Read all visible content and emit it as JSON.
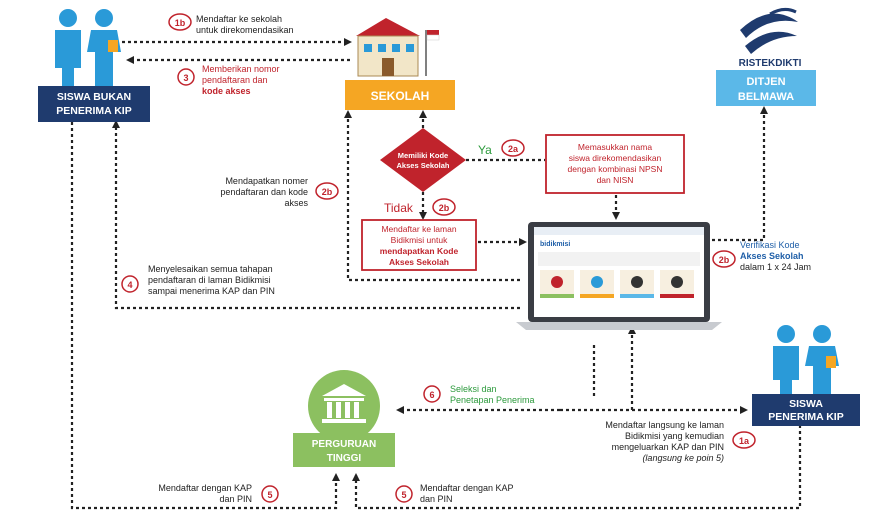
{
  "nodes": {
    "siswa_bukan": {
      "line1": "SISWA BUKAN",
      "line2": "PENERIMA KIP"
    },
    "sekolah": {
      "label": "SEKOLAH"
    },
    "ristekdikti": {
      "logo_text": "RISTEKDIKTI",
      "line1": "DITJEN",
      "line2": "BELMAWA"
    },
    "decision": {
      "line1": "Memiliki Kode",
      "line2": "Akses Sekolah"
    },
    "siswa_penerima": {
      "line1": "SISWA",
      "line2": "PENERIMA KIP"
    },
    "perguruan": {
      "line1": "PERGURUAN",
      "line2": "TINGGI"
    }
  },
  "laptop": {
    "site_name": "bidikmisi"
  },
  "labels": {
    "ya": "Ya",
    "tidak": "Tidak"
  },
  "steps": {
    "s1b": {
      "badge": "1b",
      "line1": "Mendaftar ke sekolah",
      "line2": "untuk direkomendasikan"
    },
    "s3": {
      "badge": "3",
      "line1": "Memberikan nomor",
      "line2": "pendaftaran dan",
      "line3": "kode akses"
    },
    "s2a": {
      "badge": "2a",
      "line1": "Memasukkan nama",
      "line2": "siswa direkomendasikan",
      "line3": "dengan kombinasi NPSN",
      "line4": "dan NISN"
    },
    "s2b_left": {
      "badge": "2b",
      "line1": "Mendapatkan nomer",
      "line2": "pendaftaran dan kode",
      "line3": "akses"
    },
    "s2b_box": {
      "badge": "2b",
      "line1": "Mendaftar ke laman",
      "line2": "Bidikmisi untuk",
      "line3": "mendapatkan Kode",
      "line4": "Akses Sekolah"
    },
    "s2b_right": {
      "badge": "2b",
      "line1": "Verifikasi Kode",
      "line2": "Akses Sekolah",
      "line3": "dalam 1 x 24 Jam"
    },
    "s4": {
      "badge": "4",
      "line1": "Menyelesaikan semua tahapan",
      "line2": "pendaftaran di laman Bidikmisi",
      "line3": "sampai menerima KAP dan PIN"
    },
    "s6": {
      "badge": "6",
      "line1": "Seleksi dan",
      "line2": "Penetapan Penerima"
    },
    "s1a": {
      "badge": "1a",
      "line1": "Mendaftar langsung ke laman",
      "line2": "Bidikmisi yang kemudian",
      "line3": "mengeluarkan KAP dan PIN",
      "line4": "(langsung ke poin 5)"
    },
    "s5_left": {
      "badge": "5",
      "line1": "Mendaftar dengan KAP",
      "line2": "dan PIN"
    },
    "s5_right": {
      "badge": "5",
      "line1": "Mendaftar dengan KAP",
      "line2": "dan PIN"
    }
  },
  "colors": {
    "navy": "#1f3b6e",
    "sky": "#5bb8e8",
    "orange": "#f5a623",
    "red": "#c0232c",
    "green": "#8cc060",
    "dark_arrow": "#222222"
  }
}
